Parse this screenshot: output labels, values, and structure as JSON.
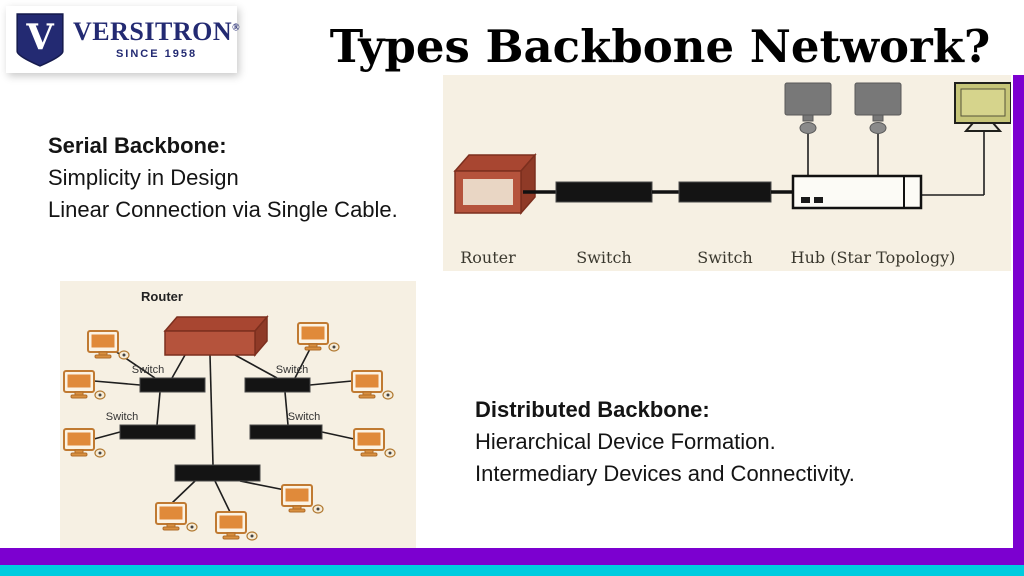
{
  "title": "Types Backbone Network?",
  "logo": {
    "monogram": "V",
    "brand": "VERSITRON",
    "registered": "®",
    "tagline": "SINCE 1958"
  },
  "serial": {
    "heading": "Serial Backbone:",
    "line1": "Simplicity in Design",
    "line2": "Linear Connection via Single Cable.",
    "labels": {
      "router": "Router",
      "switch1": "Switch",
      "switch2": "Switch",
      "hub": "Hub (Star Topology)"
    }
  },
  "distributed": {
    "heading": "Distributed Backbone:",
    "line1": "Hierarchical Device Formation.",
    "line2": "Intermediary Devices and Connectivity.",
    "labels": {
      "router": "Router",
      "switch_tl": "Switch",
      "switch_tr": "Switch",
      "switch_bl": "Switch",
      "switch_br": "Switch"
    }
  },
  "colors": {
    "accent_purple": "#7c00d0",
    "accent_cyan": "#00ccdf",
    "router": "#b5533c",
    "monitor_orange": "#e08a3a",
    "logo_navy": "#232a72",
    "diagram_bg": "#f6f0e3"
  }
}
